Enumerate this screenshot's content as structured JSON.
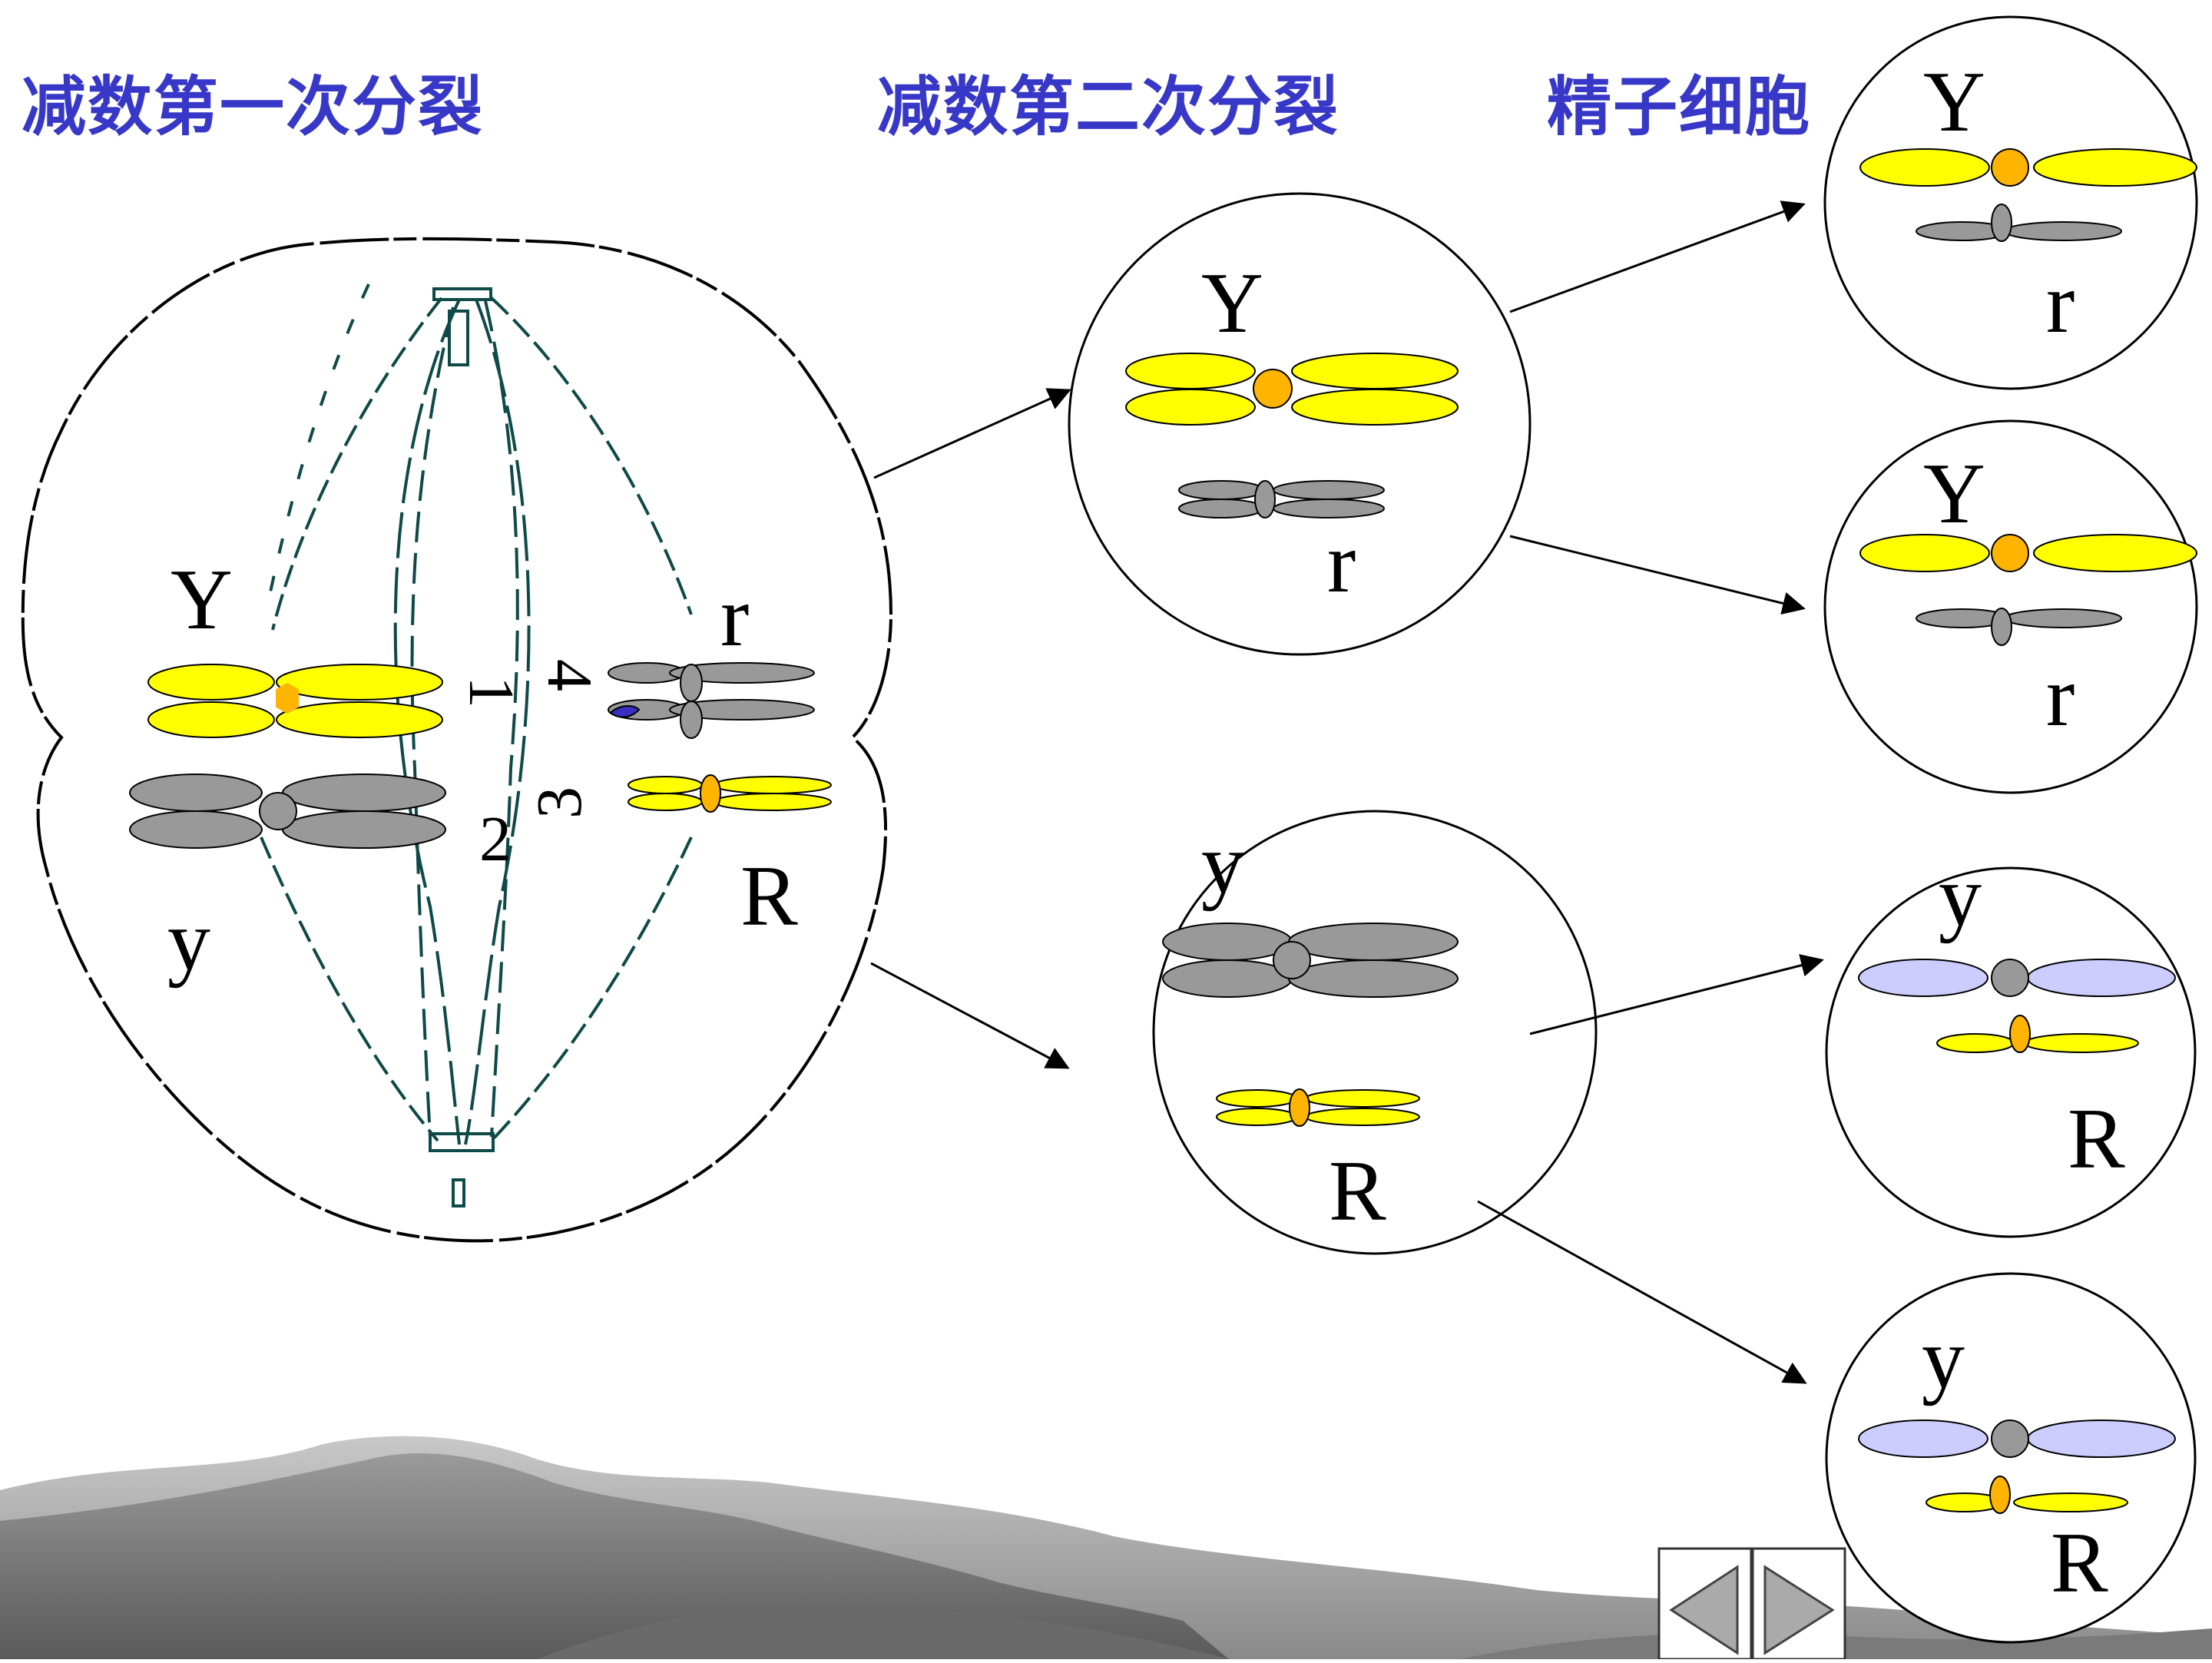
{
  "headers": {
    "meiosis1": "减数第一次分裂",
    "meiosis2": "减数第二次分裂",
    "sperm": "精子细胞"
  },
  "labels": {
    "Y": "Y",
    "y": "y",
    "r": "r",
    "R": "R",
    "n1": "1",
    "n2": "2",
    "n3": "3",
    "n4": "4"
  },
  "colors": {
    "header_text": "#3838c8",
    "yellow": "#ffff00",
    "gray": "#999999",
    "lavender": "#ccccff",
    "centromere_orange": "#ffb400",
    "spindle": "#0e4a48"
  },
  "nav": {
    "prev_icon": "triangle-left-icon",
    "next_icon": "triangle-right-icon"
  }
}
